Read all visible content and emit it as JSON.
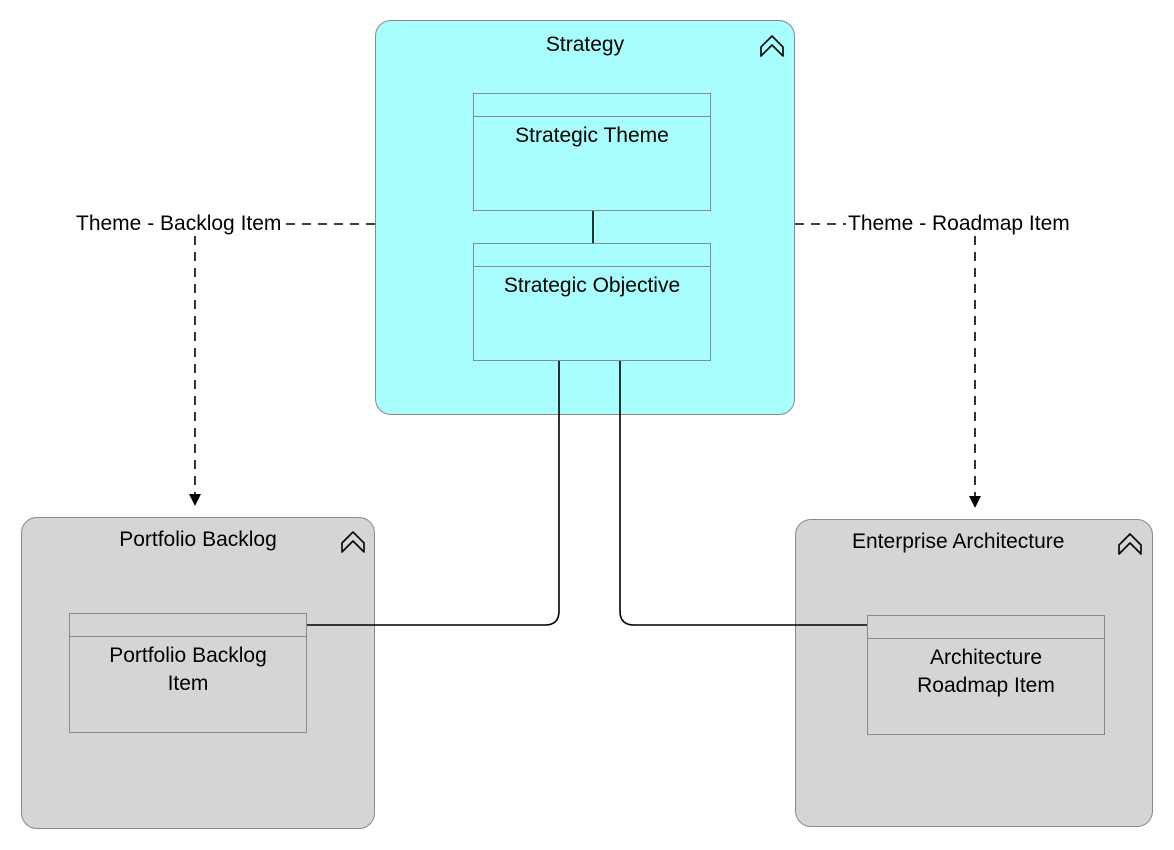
{
  "colors": {
    "strategy_fill": "#a8fdfd",
    "layer_fill": "#d5d5d5",
    "border": "#8a8a8a",
    "line": "#000000"
  },
  "groups": {
    "strategy": {
      "title": "Strategy",
      "icon": "chevron-up-icon"
    },
    "portfolio_backlog": {
      "title": "Portfolio Backlog",
      "icon": "chevron-up-icon"
    },
    "enterprise_architecture": {
      "title": "Enterprise Architecture",
      "icon": "chevron-up-icon"
    }
  },
  "items": {
    "strategic_theme": "Strategic Theme",
    "strategic_objective": "Strategic Objective",
    "portfolio_backlog_item": [
      "Portfolio Backlog",
      "Item"
    ],
    "architecture_roadmap_item": [
      "Architecture",
      "Roadmap Item"
    ]
  },
  "relations": {
    "theme_backlog_item": "Theme - Backlog Item",
    "theme_roadmap_item": "Theme - Roadmap Item"
  }
}
